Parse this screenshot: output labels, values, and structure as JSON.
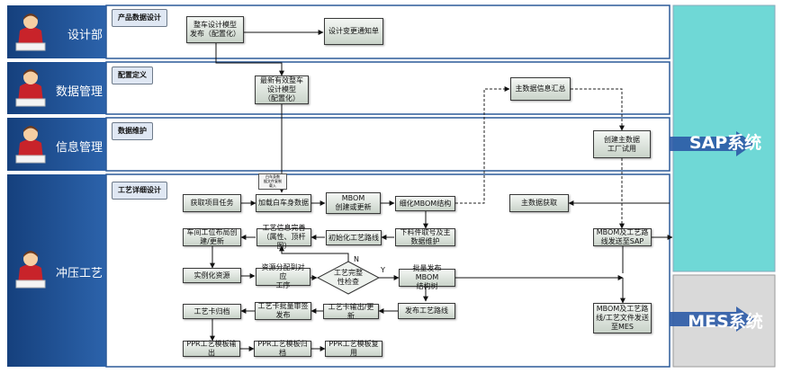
{
  "lanes": [
    {
      "id": "design",
      "label": "设计部"
    },
    {
      "id": "data",
      "label": "数据管理"
    },
    {
      "id": "info",
      "label": "信息管理"
    },
    {
      "id": "stamping",
      "label": "冲压工艺"
    }
  ],
  "sections": {
    "product_design": "产品数据设计",
    "config_define": "配置定义",
    "data_maint": "数据维护",
    "process_design": "工艺详细设计"
  },
  "systems": {
    "sap": "SAP系统",
    "mes": "MES系统"
  },
  "boxes": {
    "vehicle_release": "整车设计模型\n发布（配置化）",
    "design_change": "设计变更通知单",
    "latest_model": "最新有效整车\n设计模型\n（配置化）",
    "master_summary": "主数据信息汇总",
    "create_master": "创建主数据\n工厂试用",
    "get_task": "获取项目任务",
    "load_body": "加载白车身数据",
    "mbom_create": "MBOM\n创建或更新",
    "refine_mbom": "细化MBOM结构",
    "master_get": "主数据获取",
    "workshop_layout": "车间工位布局创\n建/更新",
    "process_info": "工艺信息完善\n（属性、顶杆图）",
    "init_route": "初始化工艺路线",
    "material_fetch": "下料件取号及主\n数据维护",
    "mbom_to_sap": "MBOM及工艺路\n线发送至SAP",
    "instantiate": "实例化资源",
    "resource_alloc": "资源分配到对应\n工序",
    "batch_mbom": "批量发布MBOM\n结构树",
    "archive_card": "工艺卡归档",
    "batch_sign": "工艺卡批量审签\n发布",
    "output_card": "工艺卡输出/更新",
    "release_route": "发布工艺路线",
    "mbom_to_mes": "MBOM及工艺路\n线/工艺文件发送\n至MES",
    "ppr_output": "PPR工艺模板输出",
    "ppr_archive": "PPR工艺模板归档",
    "ppr_reuse": "PPR工艺模板复用"
  },
  "diamond": "工艺完整\n性检查",
  "decision_yes": "Y",
  "decision_no": "N",
  "tiny_note": "白车身数\n据文件复制\n载入"
}
